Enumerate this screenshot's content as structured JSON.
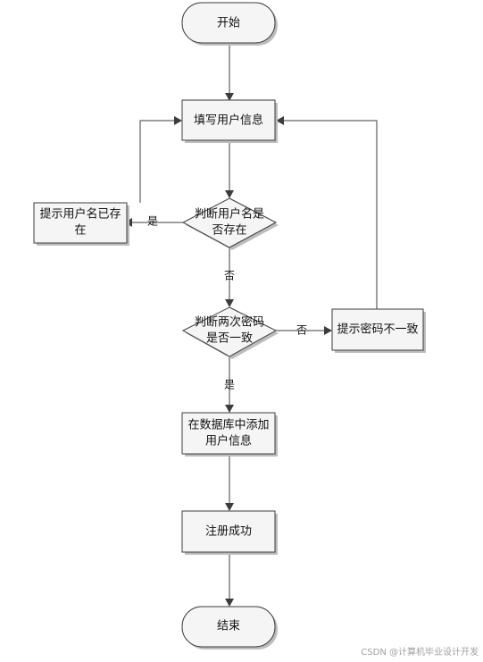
{
  "flowchart": {
    "nodes": {
      "start": "开始",
      "fill_info": "填写用户信息",
      "check_name_line1": "判断用户名是",
      "check_name_line2": "否存在",
      "name_exists_line1": "提示用户名已存",
      "name_exists_line2": "在",
      "check_pwd_line1": "判断两次密码",
      "check_pwd_line2": "是否一致",
      "pwd_mismatch": "提示密码不一致",
      "add_db_line1": "在数据库中添加",
      "add_db_line2": "用户信息",
      "success": "注册成功",
      "end": "结束"
    },
    "edge_labels": {
      "name_exists_yes": "是",
      "name_not_exists_no": "否",
      "pwd_mismatch_no": "否",
      "pwd_match_yes": "是"
    }
  },
  "watermark": "CSDN @计算机毕业设计开发"
}
